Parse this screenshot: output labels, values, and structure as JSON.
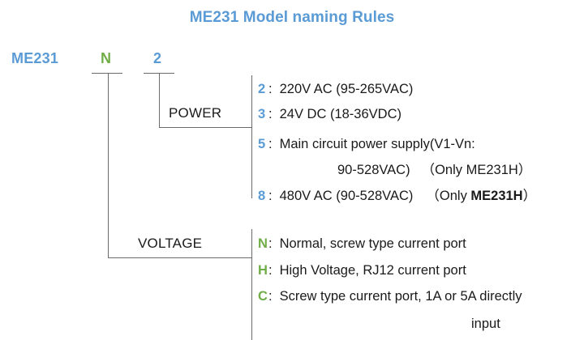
{
  "title": "ME231 Model naming Rules",
  "code": {
    "model": "ME231",
    "letter": "N",
    "digit": "2",
    "model_color": "#5B9BD5",
    "letter_color": "#70AD47",
    "digit_color": "#5B9BD5"
  },
  "groups": {
    "power": {
      "label": "POWER",
      "entries": [
        {
          "key": "2",
          "colon": ":",
          "desc": "220V AC (95-265VAC)"
        },
        {
          "key": "3",
          "colon": ":",
          "desc": "24V DC (18-36VDC)"
        },
        {
          "key": "5",
          "colon": ":",
          "desc": "Main circuit power supply(V1-Vn:"
        },
        {
          "key": "8",
          "colon": ":",
          "desc_pre": "480V AC (90-528VAC)",
          "desc_note_pre": "（Only ",
          "desc_note_bold": "ME231H",
          "desc_note_post": "）"
        }
      ],
      "continuation": {
        "text_pre": "90-528VAC)",
        "note_pre": "（Only ",
        "note_bold": "ME231H",
        "note_post": "）"
      }
    },
    "voltage": {
      "label": "VOLTAGE",
      "entries": [
        {
          "key": "N",
          "colon": ":",
          "desc": "Normal, screw type current port"
        },
        {
          "key": "H",
          "colon": ":",
          "desc": "High Voltage, RJ12 current port"
        },
        {
          "key": "C",
          "colon": ":",
          "desc": "Screw type current port, 1A or 5A directly"
        }
      ],
      "continuation": {
        "text": "input"
      }
    }
  },
  "colors": {
    "accent_blue": "#5B9BD5",
    "accent_green": "#70AD47",
    "text": "#1a1a1a",
    "line": "#6b6b6b"
  }
}
